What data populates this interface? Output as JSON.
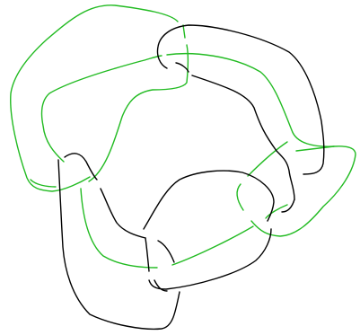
{
  "diagram": {
    "type": "link-diagram",
    "components": [
      {
        "name": "green-strand",
        "color": "#22bb22"
      },
      {
        "name": "black-strand",
        "color": "#000000"
      }
    ]
  }
}
